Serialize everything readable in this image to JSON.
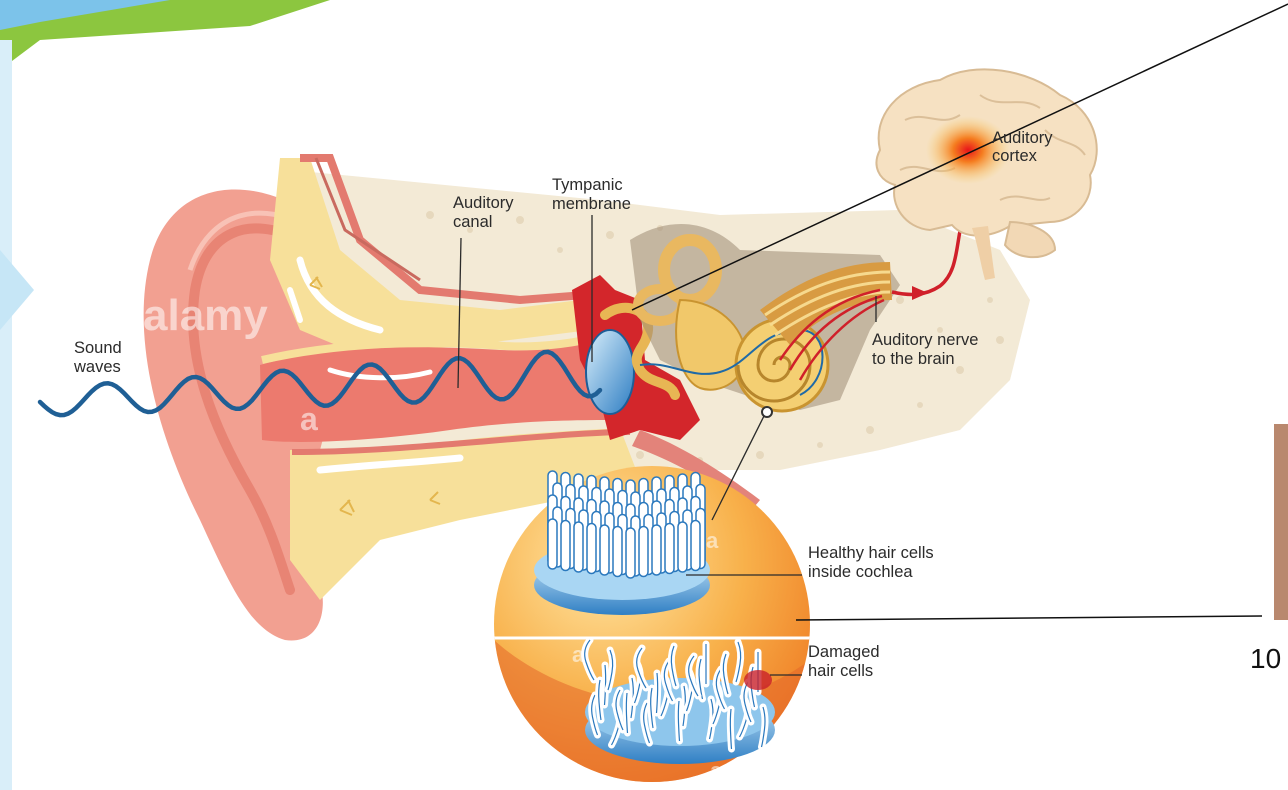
{
  "colors": {
    "accent_green": "#8cc63f",
    "accent_blue": "#9fd3ef",
    "sound_wave": "#1f5f95",
    "nerve_red": "#d0202a",
    "bone": "#f3dfa0",
    "skin": "#f2a091",
    "canal": "#ec7a6e",
    "hair_cell_blue": "#3a8fd0",
    "sphere_orange": "#f6a53a"
  },
  "labels": {
    "sound_waves": [
      "Sound",
      "waves"
    ],
    "auditory_canal": [
      "Auditory",
      "canal"
    ],
    "tympanic_membrane": [
      "Tympanic",
      "membrane"
    ],
    "auditory_cortex": [
      "Auditory",
      "cortex"
    ],
    "auditory_nerve": [
      "Auditory nerve",
      "to the brain"
    ],
    "healthy_hair_cells": [
      "Healthy hair cells",
      "inside cochlea"
    ],
    "damaged_hair_cells": [
      "Damaged",
      "hair cells"
    ]
  },
  "watermark": {
    "brand": "alamy",
    "letter": "a"
  },
  "slide": {
    "partial_number": "10"
  }
}
